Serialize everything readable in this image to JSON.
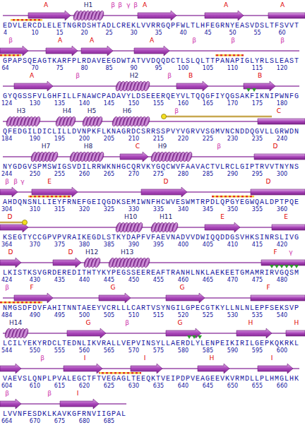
{
  "diagram": {
    "labels": [
      "A",
      "H1",
      "β",
      "β",
      "γ",
      "β",
      "A",
      "A",
      "A",
      "EDVLERCDLELETNGRDSHTADLCREKLVVRRGQPFWLTLHFEGRNYEASVDSLTFSVVT",
      "4",
      "10",
      "15",
      "20",
      "25",
      "30",
      "35",
      "40",
      "45",
      "50",
      "55",
      "60",
      "β",
      "A",
      "A",
      "A",
      "β",
      "β",
      "β",
      "GPAPSQEAGTKARFPLRDAVEEGDWTATVVDQQDCTLSLQLTTPANAPIGLYRLSLEAST",
      "64",
      "70",
      "75",
      "80",
      "85",
      "90",
      "95",
      "100",
      "105",
      "110",
      "115",
      "120",
      "A",
      "β",
      "H2",
      "β",
      "B",
      "B",
      "GYQGSSFVLGHFILLFNAWCPADAVYLDSEEERQEYVLTQQGFIYQGSAKFIKNIPWNFG",
      "124",
      "130",
      "135",
      "140",
      "145",
      "150",
      "155",
      "160",
      "165",
      "170",
      "175",
      "180",
      "H3",
      "H4",
      "H5",
      "H6",
      "β",
      "C",
      "QFEDGILDICLILLDVNPKFLKNAGRDCSRRSSPVYVGRVVSGMVNCNDDQGVLLGRWDN",
      "184",
      "190",
      "195",
      "200",
      "205",
      "210",
      "215",
      "220",
      "225",
      "230",
      "235",
      "240",
      "H7",
      "H8",
      "C",
      "H9",
      "β",
      "D",
      "NYGDGVSPMSWIGSVDILRRWKNHGCQRVKYGQCWVFAAVACTVLRCLGIPTRVVTNYNS",
      "244",
      "250",
      "255",
      "260",
      "265",
      "270",
      "275",
      "280",
      "285",
      "290",
      "295",
      "300",
      "β",
      "β",
      "γ",
      "E",
      "D",
      "D",
      "AHDQNSNLLIEYFRNEFGEIQGDKSEMIWNFHCWVESWMTRPDLQPGYEGWQALDPTPQE",
      "304",
      "310",
      "315",
      "320",
      "325",
      "330",
      "335",
      "340",
      "345",
      "350",
      "355",
      "360",
      "D",
      "H10",
      "H11",
      "E",
      "E",
      "KSEGTYCCGPVPVRAIKEGDLSTKYDAPFVFAEVNADVVDWIQQDDGSVHKSINRSLIVG",
      "364",
      "370",
      "375",
      "380",
      "385",
      "390",
      "395",
      "400",
      "405",
      "410",
      "415",
      "420",
      "D",
      "D",
      "H12",
      "H13",
      "F",
      "γ",
      "LKISTKSVGRDEREDITHTYKYPEGSSEEREAFTRANHLNKLAEKEETGMAMRIRVGQSM",
      "424",
      "430",
      "435",
      "440",
      "445",
      "450",
      "455",
      "460",
      "465",
      "470",
      "475",
      "480",
      "β",
      "F",
      "G",
      "G",
      "F",
      "NMGSDFDVFAHITNNTAEEYVCRLLLCARTVSYNGILGPECGTKYLLNLNLEPFSEKSVP",
      "484",
      "490",
      "495",
      "500",
      "505",
      "510",
      "515",
      "520",
      "525",
      "530",
      "535",
      "540",
      "H14",
      "G",
      "β",
      "G",
      "H",
      "H",
      "LCILYEKYRDCLTEDNLIKVRALLVEPVINSYLLAERDLYLENPEIKIRILGEPKQKRKL",
      "544",
      "550",
      "555",
      "560",
      "565",
      "570",
      "575",
      "580",
      "585",
      "590",
      "595",
      "600",
      "β",
      "I",
      "I",
      "H",
      "I",
      "VAEVSLQNPLPVALEGCTFTVEGAGLTEEQKTVEIPDPVEAGEEVKVRMDLLPLHMGLHK",
      "604",
      "610",
      "615",
      "620",
      "625",
      "630",
      "635",
      "640",
      "645",
      "650",
      "655",
      "660",
      "β",
      "β",
      "I",
      "LVVNFESDKLKAVKGFRNVIIGPAL",
      "664",
      "670",
      "675",
      "680",
      "685"
    ]
  }
}
